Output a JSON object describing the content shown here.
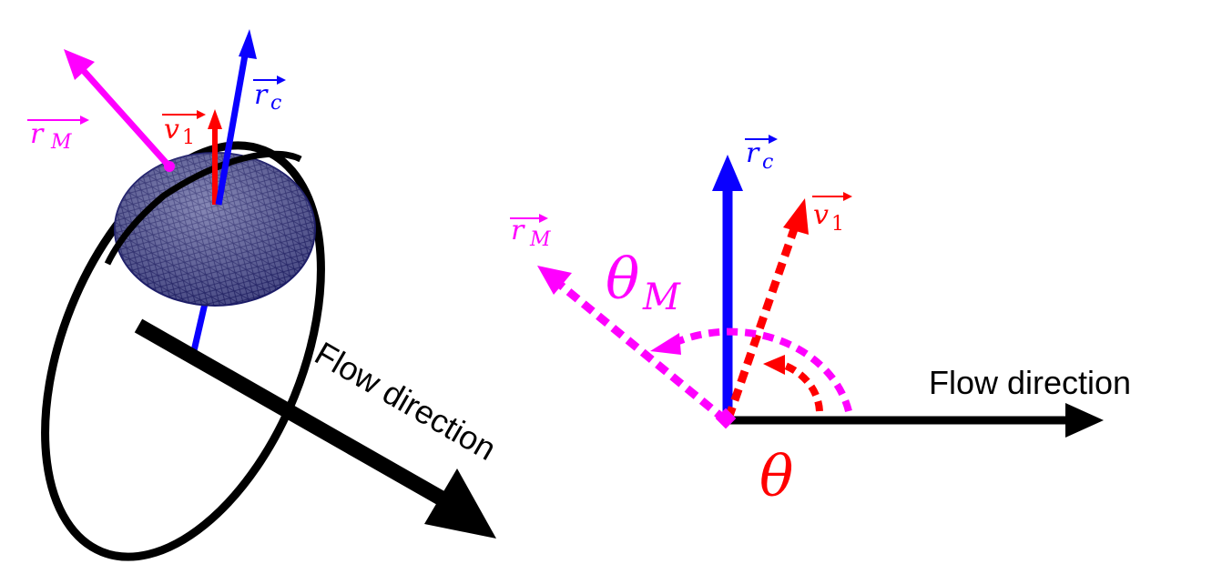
{
  "colors": {
    "rc": "#0a00ff",
    "v1": "#ff0000",
    "rM": "#ff00ff",
    "flow": "#000000",
    "cell_fill": "#5b5b9a",
    "cell_mesh": "#1d1d6b"
  },
  "left_panel": {
    "rM_base": "r",
    "rM_sub": "M",
    "v1_base": "v",
    "v1_sub": "1",
    "rc_base": "r",
    "rc_sub": "c",
    "flow_label": "Flow direction"
  },
  "right_panel": {
    "rc_base": "r",
    "rc_sub": "c",
    "v1_base": "v",
    "v1_sub": "1",
    "rM_base": "r",
    "rM_sub": "M",
    "theta_M_base": "θ",
    "theta_M_sub": "M",
    "theta_label": "θ",
    "flow_label": "Flow direction"
  }
}
